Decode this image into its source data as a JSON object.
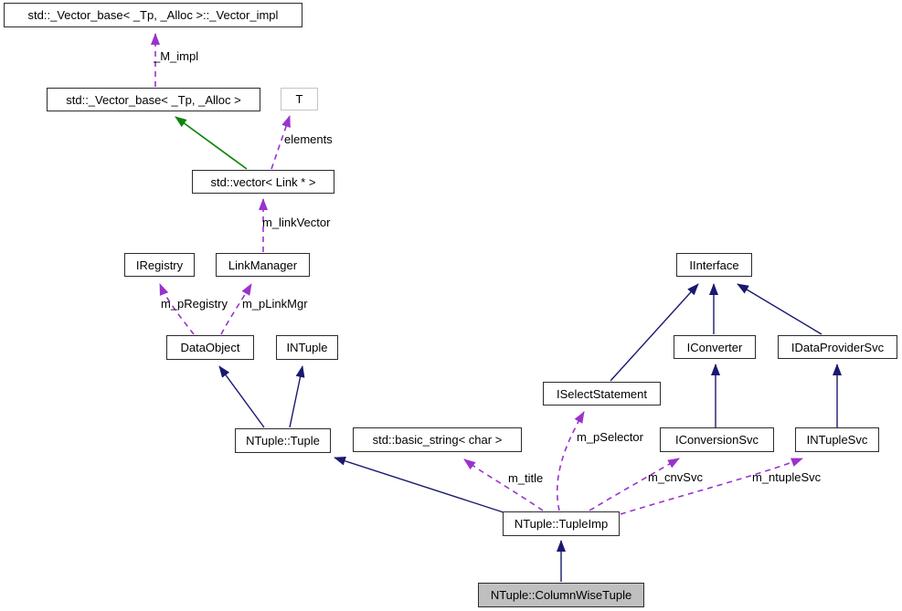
{
  "diagram": {
    "kind": "doxygen-collaboration-diagram",
    "focus_class": "NTuple::ColumnWiseTuple",
    "colors": {
      "background": "#ffffff",
      "text": "#000000",
      "node_fill": "#ffffff",
      "node_border": "#2b2b2b",
      "template_node_border": "#c4c4c4",
      "highlighted_node_fill": "#bfbfbf",
      "inheritance_arrow": "#191970",
      "usage_arrow": "#9a32cd",
      "template_inheritance_arrow": "#0c840c"
    },
    "nodes": [
      {
        "id": "vector-impl",
        "label": "std::_Vector_base< _Tp, _Alloc >::_Vector_impl",
        "kind": "normal"
      },
      {
        "id": "vector-base",
        "label": "std::_Vector_base< _Tp, _Alloc >",
        "kind": "normal"
      },
      {
        "id": "t",
        "label": "T",
        "kind": "template"
      },
      {
        "id": "vector-link",
        "label": "std::vector< Link * >",
        "kind": "normal"
      },
      {
        "id": "iregistry",
        "label": "IRegistry",
        "kind": "normal"
      },
      {
        "id": "linkmanager",
        "label": "LinkManager",
        "kind": "normal"
      },
      {
        "id": "dataobject",
        "label": "DataObject",
        "kind": "normal"
      },
      {
        "id": "intuple",
        "label": "INTuple",
        "kind": "normal"
      },
      {
        "id": "tuple",
        "label": "NTuple::Tuple",
        "kind": "normal"
      },
      {
        "id": "basic-string",
        "label": "std::basic_string< char >",
        "kind": "normal"
      },
      {
        "id": "iinterface",
        "label": "IInterface",
        "kind": "normal"
      },
      {
        "id": "iconverter",
        "label": "IConverter",
        "kind": "normal"
      },
      {
        "id": "idataprovidersvc",
        "label": "IDataProviderSvc",
        "kind": "normal"
      },
      {
        "id": "iselectstatement",
        "label": "ISelectStatement",
        "kind": "normal"
      },
      {
        "id": "iconversionsvc",
        "label": "IConversionSvc",
        "kind": "normal"
      },
      {
        "id": "intuplesvc",
        "label": "INTupleSvc",
        "kind": "normal"
      },
      {
        "id": "tupleimp",
        "label": "NTuple::TupleImp",
        "kind": "normal"
      },
      {
        "id": "columnwisetuple",
        "label": "NTuple::ColumnWiseTuple",
        "kind": "highlight"
      }
    ],
    "edges": [
      {
        "from": "vector-base",
        "to": "vector-impl",
        "type": "usage",
        "label": "_M_impl"
      },
      {
        "from": "vector-link",
        "to": "t",
        "type": "usage",
        "label": "elements"
      },
      {
        "from": "vector-link",
        "to": "vector-base",
        "type": "template-inheritance",
        "label": ""
      },
      {
        "from": "linkmanager",
        "to": "vector-link",
        "type": "usage",
        "label": "m_linkVector"
      },
      {
        "from": "dataobject",
        "to": "iregistry",
        "type": "usage",
        "label": "m_pRegistry"
      },
      {
        "from": "dataobject",
        "to": "linkmanager",
        "type": "usage",
        "label": "m_pLinkMgr"
      },
      {
        "from": "tuple",
        "to": "dataobject",
        "type": "inheritance",
        "label": ""
      },
      {
        "from": "tuple",
        "to": "intuple",
        "type": "inheritance",
        "label": ""
      },
      {
        "from": "tupleimp",
        "to": "tuple",
        "type": "inheritance",
        "label": ""
      },
      {
        "from": "tupleimp",
        "to": "basic-string",
        "type": "usage",
        "label": "m_title"
      },
      {
        "from": "tupleimp",
        "to": "iselectstatement",
        "type": "usage",
        "label": "m_pSelector"
      },
      {
        "from": "tupleimp",
        "to": "iconversionsvc",
        "type": "usage",
        "label": "m_cnvSvc"
      },
      {
        "from": "tupleimp",
        "to": "intuplesvc",
        "type": "usage",
        "label": "m_ntupleSvc"
      },
      {
        "from": "iselectstatement",
        "to": "iinterface",
        "type": "inheritance",
        "label": ""
      },
      {
        "from": "iconverter",
        "to": "iinterface",
        "type": "inheritance",
        "label": ""
      },
      {
        "from": "idataprovidersvc",
        "to": "iinterface",
        "type": "inheritance",
        "label": ""
      },
      {
        "from": "iconversionsvc",
        "to": "iconverter",
        "type": "inheritance",
        "label": ""
      },
      {
        "from": "intuplesvc",
        "to": "idataprovidersvc",
        "type": "inheritance",
        "label": ""
      },
      {
        "from": "columnwisetuple",
        "to": "tupleimp",
        "type": "inheritance",
        "label": ""
      }
    ]
  }
}
